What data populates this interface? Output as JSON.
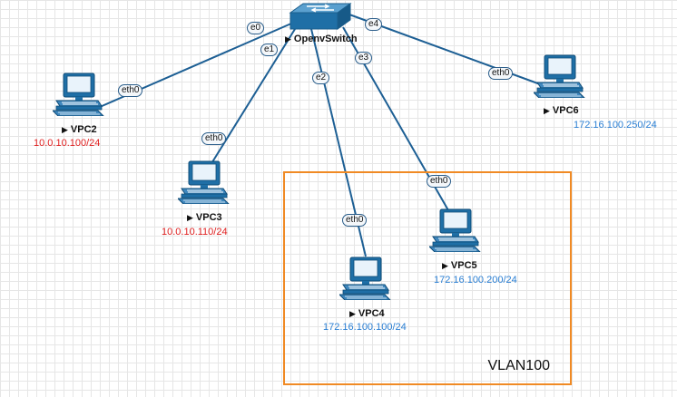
{
  "switch": {
    "label": "OpenvSwitch"
  },
  "ports": {
    "e0": "e0",
    "e1": "e1",
    "e2": "e2",
    "e3": "e3",
    "e4": "e4",
    "vpc2_eth": "eth0",
    "vpc3_eth": "eth0",
    "vpc4_eth": "eth0",
    "vpc5_eth": "eth0",
    "vpc6_eth": "eth0"
  },
  "vpcs": {
    "vpc2": {
      "name": "VPC2",
      "ip": "10.0.10.100/24",
      "ip_color": "#e02020"
    },
    "vpc3": {
      "name": "VPC3",
      "ip": "10.0.10.110/24",
      "ip_color": "#e02020"
    },
    "vpc4": {
      "name": "VPC4",
      "ip": "172.16.100.100/24",
      "ip_color": "#2a7fd4"
    },
    "vpc5": {
      "name": "VPC5",
      "ip": "172.16.100.200/24",
      "ip_color": "#2a7fd4"
    },
    "vpc6": {
      "name": "VPC6",
      "ip": "172.16.100.250/24",
      "ip_color": "#2a7fd4"
    }
  },
  "vlan": {
    "label": "VLAN100",
    "border_color": "#f08a24"
  },
  "colors": {
    "link": "#1d5f94",
    "device": "#1f6fa6"
  }
}
